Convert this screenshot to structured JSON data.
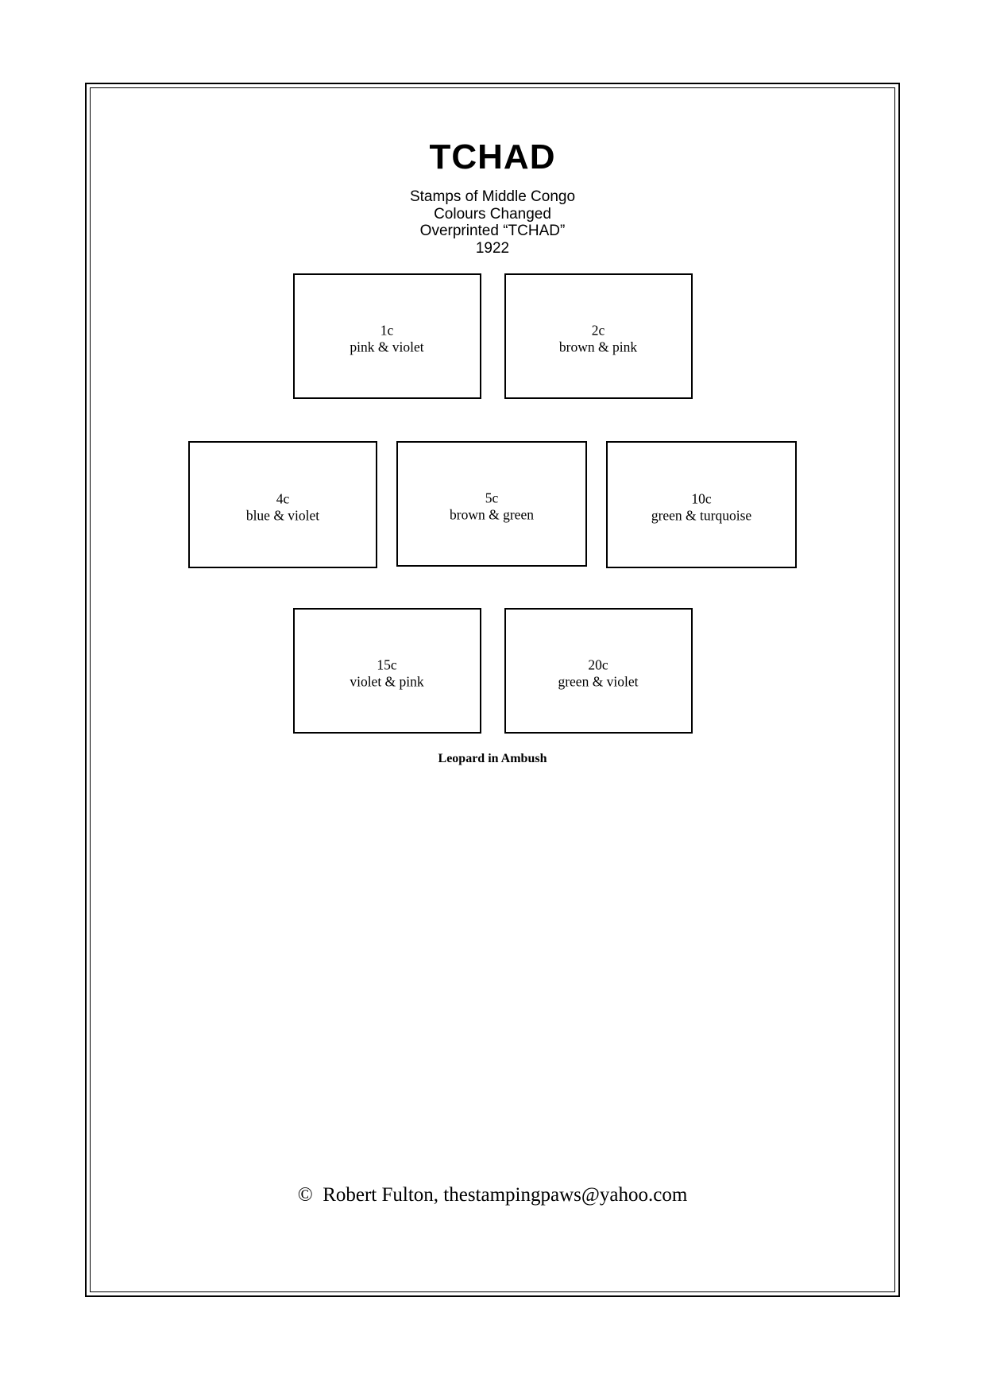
{
  "page": {
    "title": "TCHAD",
    "subtitle_lines": [
      "Stamps of Middle Congo",
      "Colours Changed",
      "Overprinted “TCHAD”",
      "1922"
    ],
    "series_caption": "Leopard in Ambush",
    "footer": "©  Robert Fulton, thestampingpaws@yahoo.com",
    "background_color": "#ffffff",
    "ink_color": "#000000"
  },
  "stamp_rows": [
    {
      "boxes": [
        {
          "denomination": "1c",
          "colours": "pink & violet"
        },
        {
          "denomination": "2c",
          "colours": "brown & pink"
        }
      ]
    },
    {
      "boxes": [
        {
          "denomination": "4c",
          "colours": "blue & violet"
        },
        {
          "denomination": "5c",
          "colours": "brown & green"
        },
        {
          "denomination": "10c",
          "colours": "green & turquoise"
        }
      ]
    },
    {
      "boxes": [
        {
          "denomination": "15c",
          "colours": "violet & pink"
        },
        {
          "denomination": "20c",
          "colours": "green & violet"
        }
      ]
    }
  ]
}
